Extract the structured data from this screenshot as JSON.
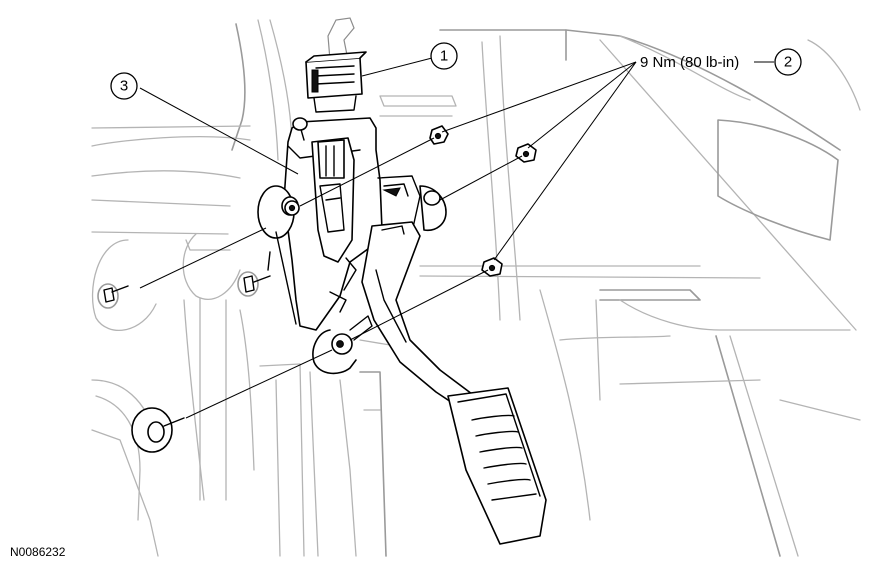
{
  "callouts": [
    {
      "id": "1",
      "label": "1"
    },
    {
      "id": "2",
      "label": "2"
    },
    {
      "id": "3",
      "label": "3"
    }
  ],
  "torque_spec": "9 Nm (80 lb-in)",
  "figure_id": "N0086232"
}
